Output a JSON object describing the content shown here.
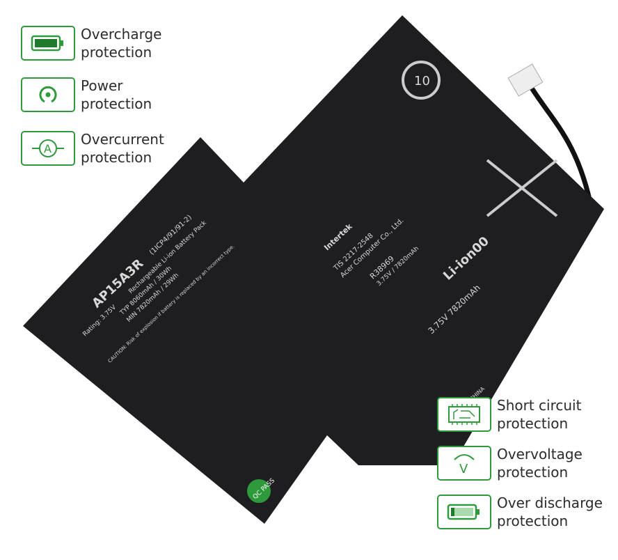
{
  "features_left": [
    {
      "icon": "battery-full-icon",
      "line1": "Overcharge",
      "line2": "protection"
    },
    {
      "icon": "power-icon",
      "line1": "Power",
      "line2": "protection"
    },
    {
      "icon": "ammeter-icon",
      "line1": "Overcurrent",
      "line2": "protection"
    }
  ],
  "features_right": [
    {
      "icon": "circuit-board-icon",
      "line1": "Short circuit",
      "line2": "protection"
    },
    {
      "icon": "voltmeter-icon",
      "line1": "Overvoltage",
      "line2": "protection"
    },
    {
      "icon": "battery-low-icon",
      "line1": "Over discharge",
      "line2": "protection"
    }
  ],
  "battery_label": {
    "model": "AP15A3R",
    "cells": "(1ICP4/91/91-2)",
    "type": "Rechargeable Li-ion Battery Pack",
    "rating": "Rating: 3.75V",
    "typ": "TYP 8060mAh / 30Wh",
    "min": "MIN 7820mAh / 29Wh",
    "maker": "Acer Computer Co., Ltd.",
    "tis": "TIS 2217-2548",
    "r_code": "R38969",
    "r_spec": "3.75V / 7820mAh",
    "jp": "3.75V 7820mAh",
    "liion": "Li-ion00",
    "origin": "MADE IN CHINA",
    "qc": "QC PASS",
    "intertek": "Intertek"
  },
  "colors": {
    "accent": "#2e9a3c",
    "battery": "#1e1e20"
  }
}
